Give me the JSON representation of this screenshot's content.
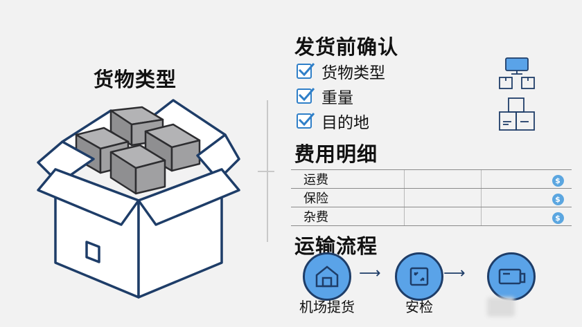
{
  "left": {
    "title": "货物类型"
  },
  "sections": {
    "confirm": {
      "title": "发货前确认",
      "items": [
        "货物类型",
        "重量",
        "目的地"
      ]
    },
    "fees": {
      "title": "费用明细",
      "rows": [
        "运费",
        "保险",
        "杂费"
      ],
      "currency_symbol": "$"
    },
    "process": {
      "title": "运输流程",
      "steps": [
        "机场提货",
        "安检"
      ]
    }
  },
  "colors": {
    "accent_blue": "#5aa3e8",
    "outline_navy": "#1e3d68",
    "check_blue": "#2f7fc8",
    "box_gray": "#8f8f91"
  },
  "icons": [
    "open-box-icon",
    "computer-boxes-icon",
    "stacked-boxes-icon",
    "warehouse-icon",
    "security-scan-icon",
    "truck-icon"
  ]
}
